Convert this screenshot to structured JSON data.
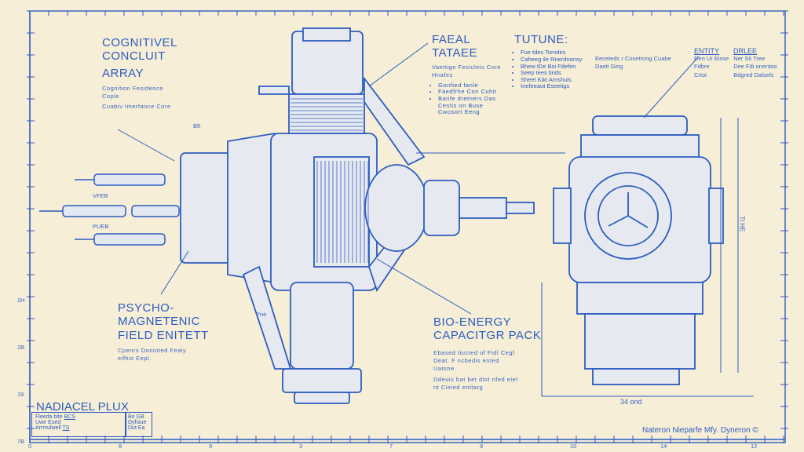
{
  "labels": {
    "cognitive": {
      "title": [
        "COGNITIVEL",
        "CONCLUIT",
        "ARRAY"
      ],
      "lines": [
        "Cognition Fesidence Cople",
        "Cuabiv Imerfance Core"
      ]
    },
    "faeal": {
      "title": [
        "FAEAL",
        "TATAEE"
      ],
      "intro": "Vaettige Fesicleis Core Hnafes",
      "bullets": [
        "Gonfied fanle",
        "Faedfrhe Con Cuhit",
        "Banfe dretners Das Cestis on Buse Cwosort Eeng"
      ]
    },
    "tutune": {
      "title": "TUTUNE:",
      "bullets": [
        "Fue tdes Tomdes",
        "Caheeg ile Rnerdnonsy",
        "Bhew tDe Bsi Fdefen",
        "Seep tees tinds",
        "Sheet Kikt Amshuis",
        "Inefeeaut Eseetigs"
      ],
      "side": "Eeceteds r Cosetrong Cuabe Daeti Ging"
    },
    "entity": {
      "col1_title": "ENTITY",
      "col2_title": "DRLEE",
      "col1": [
        "Ren Ur Eisse",
        "Fdbre",
        "Crtoi"
      ],
      "col2": [
        "Ner Sit Tree",
        "Dee Fdi onentoo",
        "Bdgred Dalsefs"
      ]
    },
    "psycho": {
      "title": [
        "PSYCHO-",
        "MAGNETENIC",
        "FIELD ENITETT"
      ],
      "lines": [
        "Cpenrs Doninted Fealy eifhis Eepl."
      ]
    },
    "bioenergy": {
      "title": [
        "BIO-ENERGY",
        "CAPACITGR PACK"
      ],
      "lines": [
        "Ebased tiucted of Fidl Cegf Deat. F ncbedis ented Uatsne.",
        "Ddeuis bat bet dlot nfed eiel nt Cieied enltarg"
      ]
    },
    "callouts": {
      "top": "Bft",
      "vfeb": "VFEB",
      "pueb": "PUEB",
      "pne": "Pne",
      "dimension_bottom": "34 ond",
      "dimension_right": "Tl HE"
    }
  },
  "title_block": {
    "name": "NADIACEL PLUX",
    "rows": [
      [
        "Fleeda bite",
        "BCS"
      ],
      [
        "Uwe Eued",
        ""
      ],
      [
        "Arrmulwell",
        "TS"
      ]
    ],
    "side": [
      "Bo GB",
      "Dyfsiue",
      "Dut Ea"
    ]
  },
  "footer_credit": "Nateron Nieparfe Mfy. Dyneron ©",
  "ruler_bottom": [
    "0",
    "8",
    "9",
    "3",
    "7",
    "9",
    "10",
    "14",
    "12"
  ],
  "ruler_left": [
    "2H",
    "2B",
    "19",
    "7B"
  ],
  "colors": {
    "paper": "#f6eed6",
    "ink": "#2d5cc0",
    "fill": "#dfe6f0"
  }
}
